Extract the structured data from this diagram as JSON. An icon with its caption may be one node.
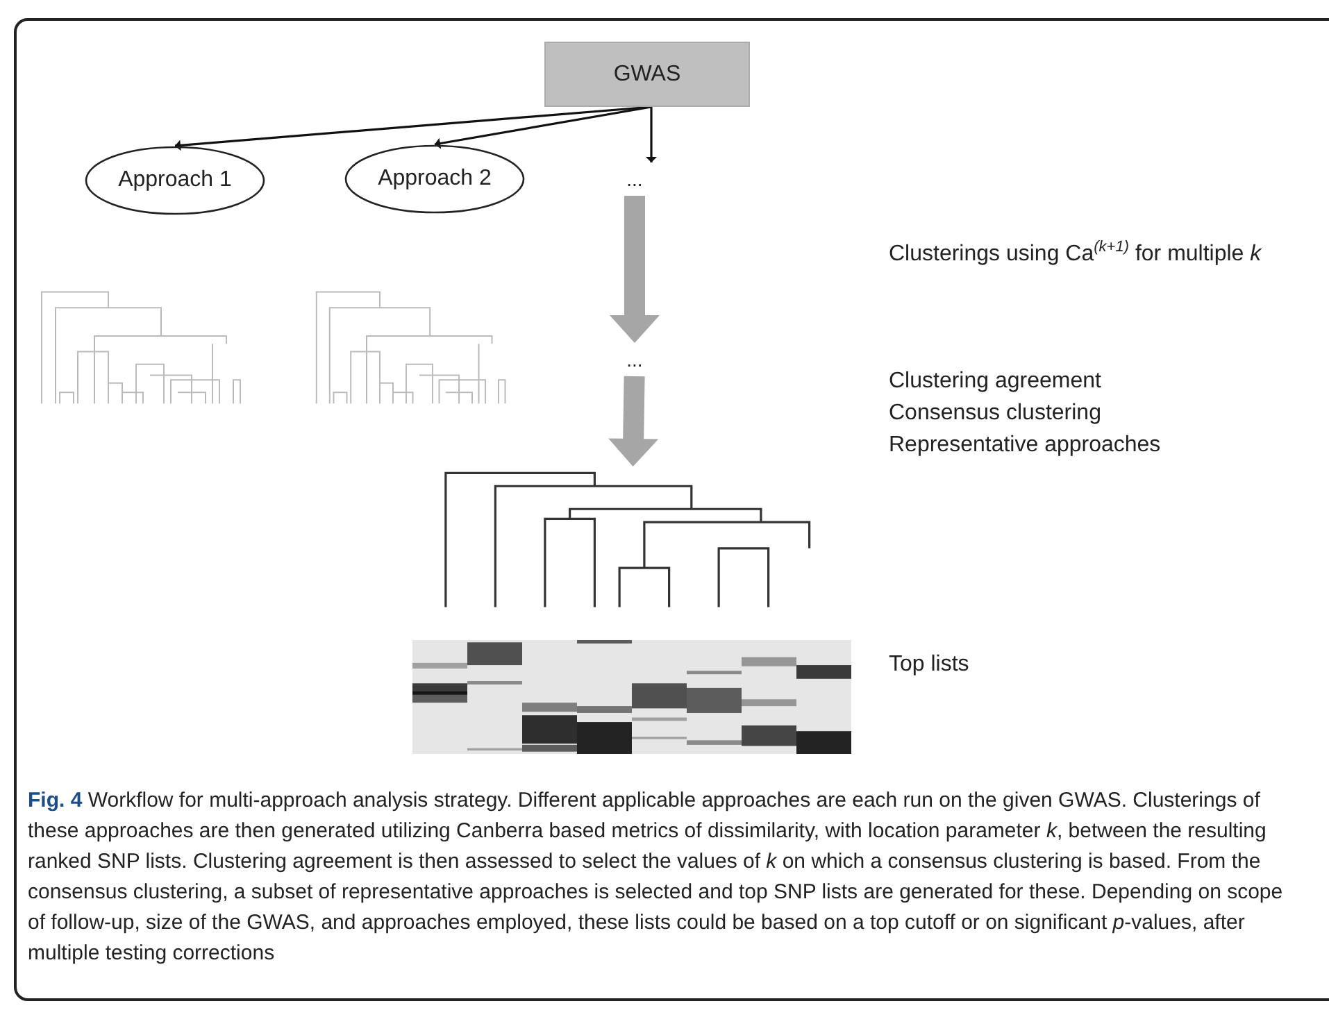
{
  "diagram": {
    "caption": "**Fig. 4** Workflow for multi-approach analysis strategy. Different applicable approaches are each run on the given GWAS. Clusterings of these approaches are then generated utilizing Canberra based metrics of dissimilarity, with location parameter *k*, between the resulting ranked SNP lists. Clustering agreement is then assessed to select the values of *k* on which a consensus clustering is based. From the consensus clustering, a subset of representative approaches is selected and top SNP lists are generated for these. Depending on scope of follow-up, size of the GWAS, and approaches employed, these lists could be based on a top cutoff or on significant *p*-values, after multiple testing corrections",
    "nodes": [
      {
        "text": [
          "GWAS"
        ]
      },
      {
        "text": [
          "Approach 1"
        ]
      },
      {
        "text": [
          "Approach 2"
        ]
      },
      {
        "text": [
          "..."
        ]
      },
      {
        "text": [
          "..."
        ]
      },
      {
        "text": [],
        "shape": "picture"
      }
    ],
    "edges": [
      {
        "from": 0,
        "to": 1,
        "arrow": "to"
      },
      {
        "from": 0,
        "to": 2,
        "arrow": "to"
      },
      {
        "from": 0,
        "to": 3,
        "arrow": "to"
      },
      {
        "from": 3,
        "to": 4,
        "arrow": "to",
        "style": "thick",
        "color": "#a6a6a6"
      },
      {
        "from": 4,
        "to": 5,
        "arrow": "to",
        "style": "thick",
        "color": "#a6a6a6"
      }
    ],
    "labels": [
      "Clusterings using Ca$^{(k+1)}$ for multiple *k*",
      "Clustering agreement",
      "Consensus clustering",
      "Representative approaches",
      "Top lists"
    ]
  }
}
